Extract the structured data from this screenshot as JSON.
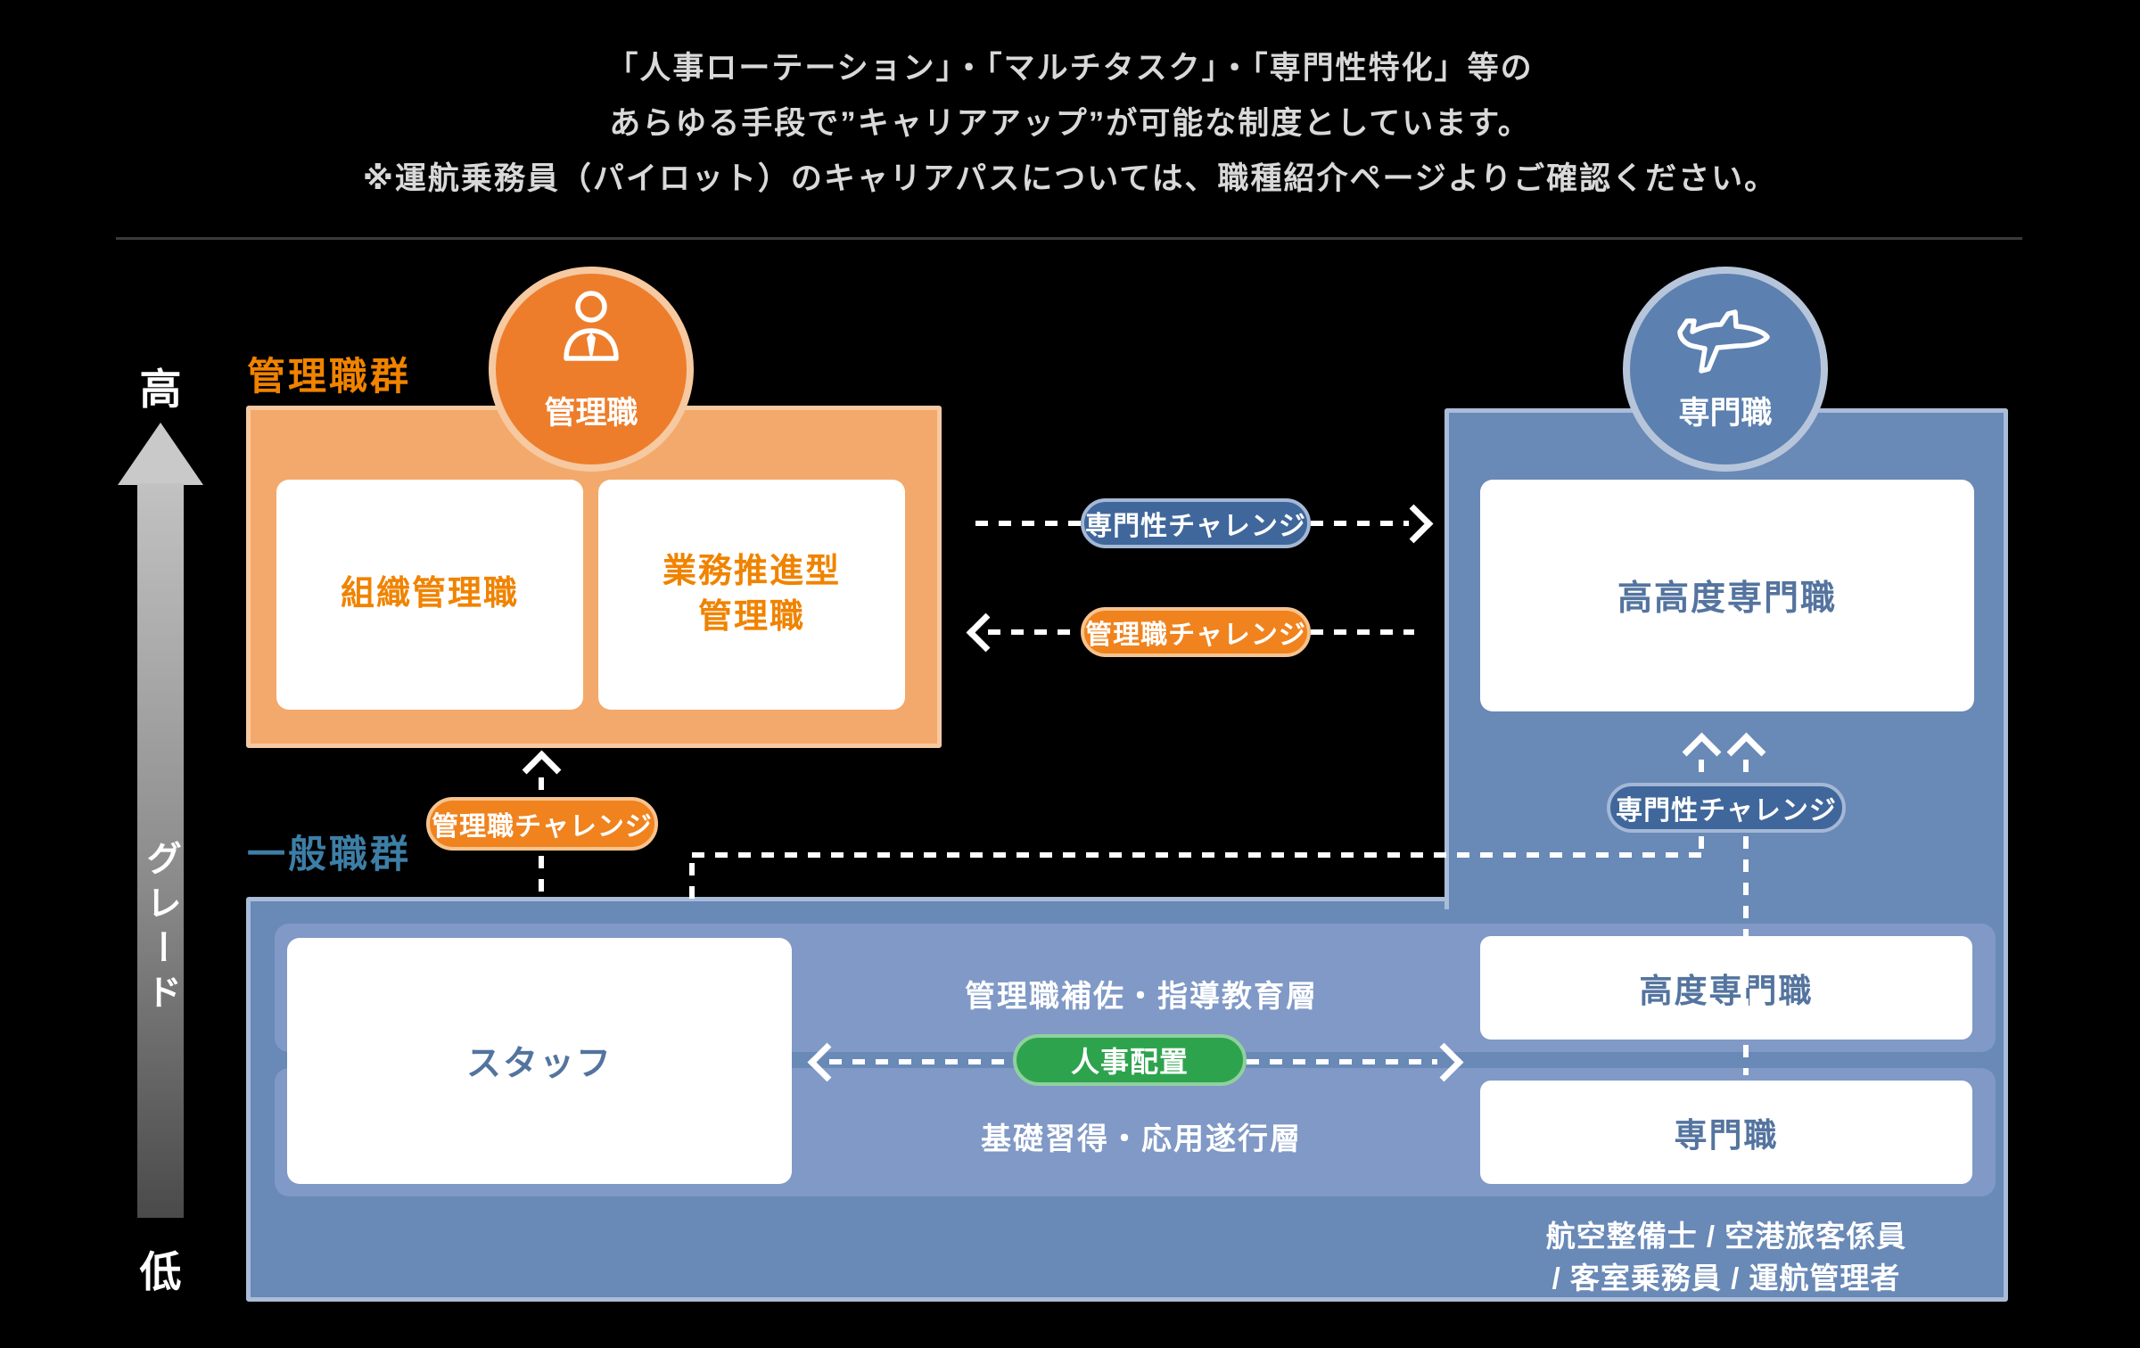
{
  "intro": {
    "line1": "「人事ローテーション」・「マルチタスク」・「専門性特化」等の",
    "line2": "あらゆる手段で”キャリアアップ”が可能な制度としています。",
    "line3": "※運航乗務員（パイロット）のキャリアパスについては、職種紹介ページよりご確認ください。"
  },
  "grade_axis": {
    "high": "高",
    "label": "グレード",
    "low": "低"
  },
  "management_group": {
    "label": "管理職群",
    "circle_label": "管理職",
    "card_org": "組織管理職",
    "card_biz": "業務推進型\n管理職"
  },
  "specialist_track": {
    "circle_label": "専門職",
    "top_card": "高高度専門職",
    "challenge_badge": "専門性チャレンジ"
  },
  "challenges": {
    "specialty_to_right": "専門性チャレンジ",
    "management_to_left": "管理職チャレンジ",
    "management_up": "管理職チャレンジ"
  },
  "general_group": {
    "label": "一般職群",
    "staff_card": "スタッフ",
    "upper_layer": "管理職補佐・指導教育層",
    "lower_layer": "基礎習得・応用遂行層",
    "staffing_badge": "人事配置",
    "advanced_card": "高度専門職",
    "specialist_card": "専門職",
    "caption": "航空整備士 / 空港旅客係員\n/ 客室乗務員 / 運航管理者"
  },
  "icons": {
    "management": "person-icon",
    "specialist": "airplane-icon"
  },
  "colors": {
    "background": "#000000",
    "intro_text": "#D9D9D9",
    "orange_accent": "#F08300",
    "orange_panel": "#F3A96B",
    "orange_circle": "#ED7D2B",
    "blue_panel": "#6989B7",
    "blue_band": "#8099C6",
    "blue_pill": "#40679B",
    "blue_circle": "#5C80B0",
    "blue_card_text": "#54749F",
    "general_label": "#3D7EA6",
    "green_badge": "#2EA34D",
    "dash_white": "#FFFFFF"
  }
}
